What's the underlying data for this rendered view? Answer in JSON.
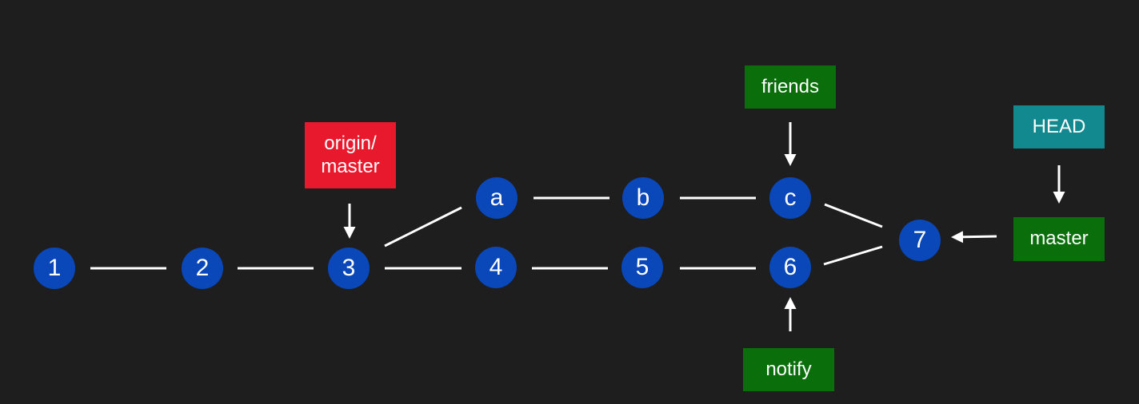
{
  "colors": {
    "background": "#1e1e1e",
    "commit": "#0a47b8",
    "line": "#ffffff",
    "remote_label": "#e8192c",
    "branch_label": "#0a6e0a",
    "head_label": "#12888f"
  },
  "commits": [
    {
      "id": "c1",
      "text": "1"
    },
    {
      "id": "c2",
      "text": "2"
    },
    {
      "id": "c3",
      "text": "3"
    },
    {
      "id": "ca",
      "text": "a"
    },
    {
      "id": "cb",
      "text": "b"
    },
    {
      "id": "cc",
      "text": "c"
    },
    {
      "id": "c4",
      "text": "4"
    },
    {
      "id": "c5",
      "text": "5"
    },
    {
      "id": "c6",
      "text": "6"
    },
    {
      "id": "c7",
      "text": "7"
    }
  ],
  "edges": [
    [
      "1",
      "2"
    ],
    [
      "2",
      "3"
    ],
    [
      "3",
      "a"
    ],
    [
      "3",
      "4"
    ],
    [
      "a",
      "b"
    ],
    [
      "b",
      "c"
    ],
    [
      "4",
      "5"
    ],
    [
      "5",
      "6"
    ],
    [
      "c",
      "7"
    ],
    [
      "6",
      "7"
    ]
  ],
  "labels": {
    "origin_master": "origin/\nmaster",
    "friends": "friends",
    "notify": "notify",
    "head": "HEAD",
    "master": "master"
  },
  "pointers": [
    [
      "origin/master",
      "3"
    ],
    [
      "friends",
      "c"
    ],
    [
      "notify",
      "6"
    ],
    [
      "HEAD",
      "master"
    ],
    [
      "master",
      "7"
    ]
  ]
}
